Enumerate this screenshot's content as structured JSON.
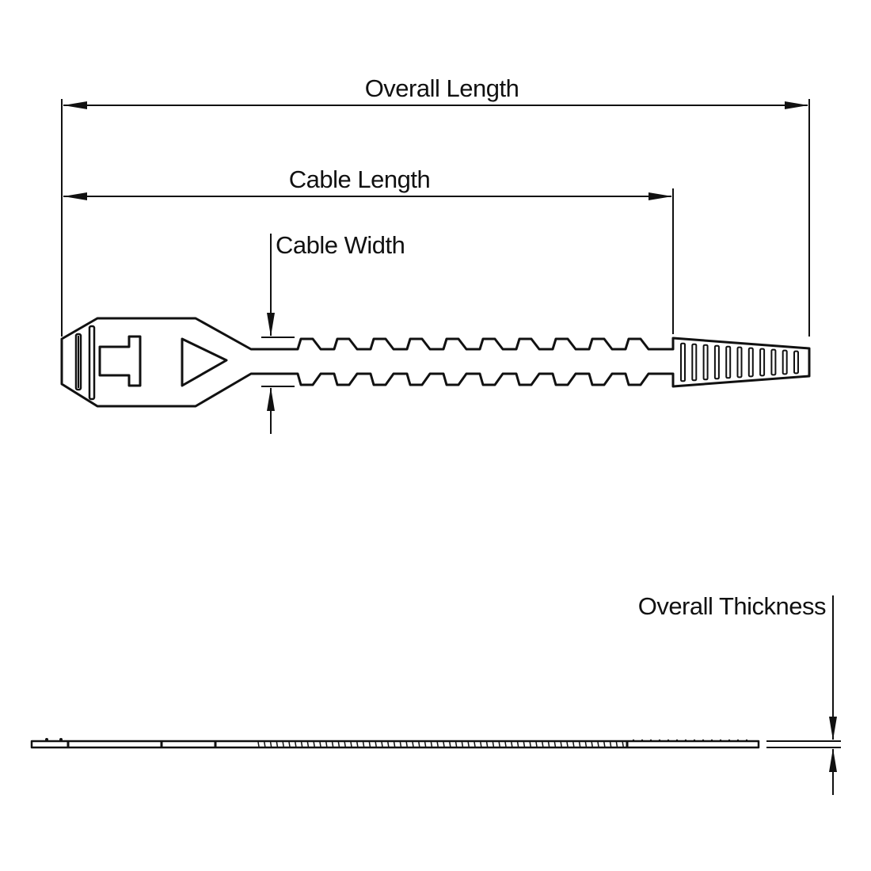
{
  "labels": {
    "overall_length": "Overall Length",
    "cable_length": "Cable Length",
    "cable_width": "Cable Width",
    "overall_thickness": "Overall Thickness"
  },
  "colors": {
    "line": "#111111",
    "background": "#ffffff"
  }
}
